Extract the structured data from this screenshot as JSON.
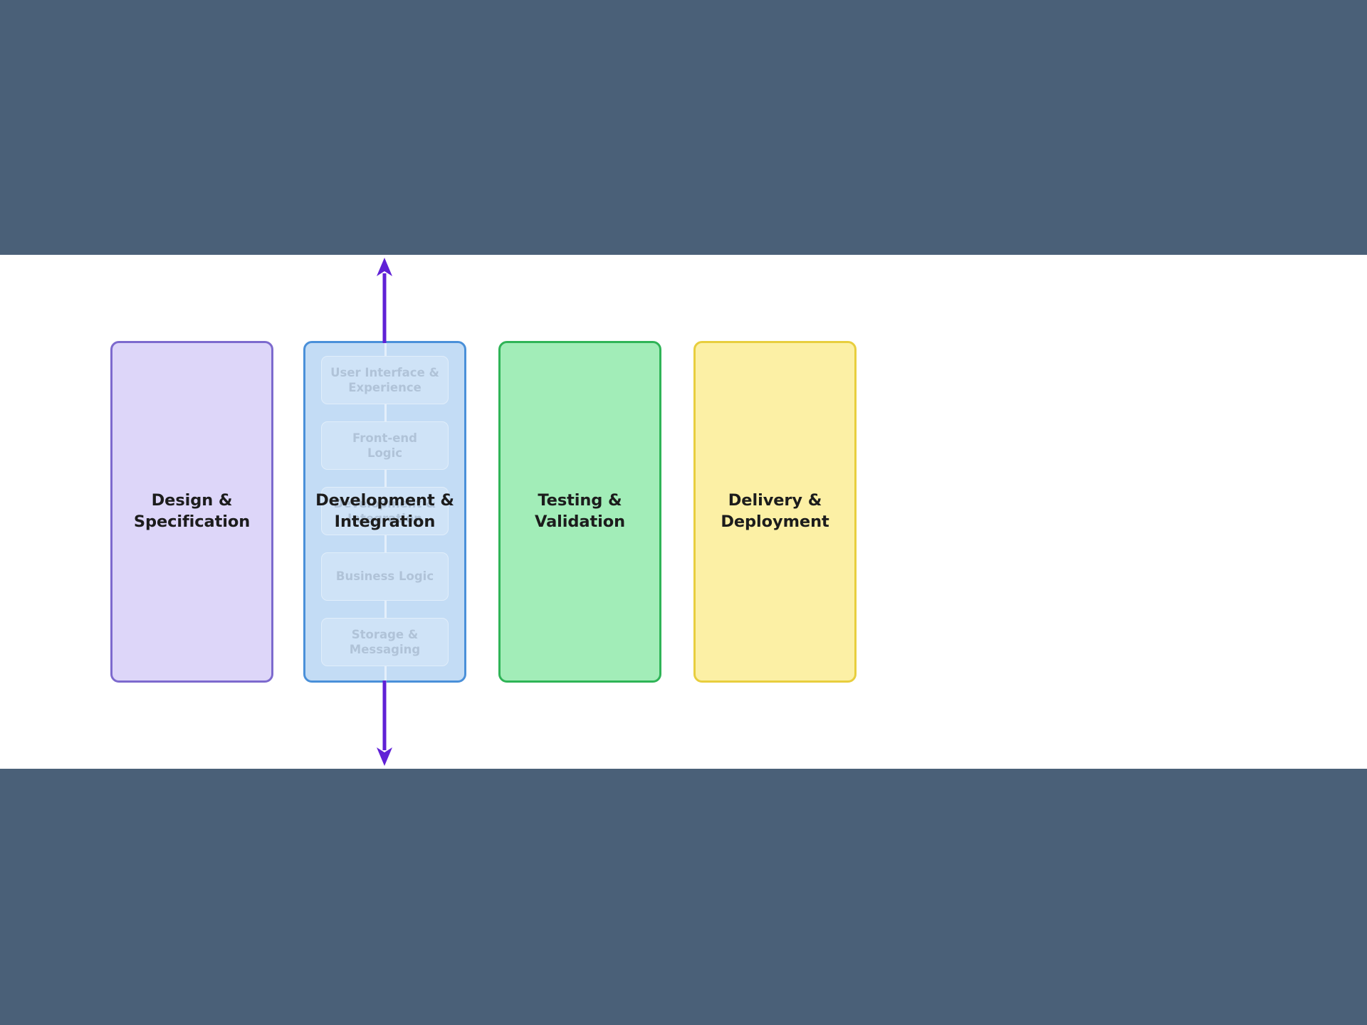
{
  "theme": {
    "page_band_color": "#4a6078",
    "canvas_color": "#ffffff",
    "arrow_color": "#6021d6",
    "label_text_color": "#1c1c1c"
  },
  "diagram": {
    "type": "process-flow",
    "orientation": "horizontal",
    "phases": [
      {
        "id": "design",
        "label": "Design &\nSpecification",
        "fill": "#ddd6f9",
        "border": "#7d6ace"
      },
      {
        "id": "development",
        "label": "Development &\nIntegration",
        "fill": "#c3dcf5",
        "border": "#4a90d9",
        "layers": [
          {
            "id": "ui-experience",
            "label": "User Interface &\nExperience"
          },
          {
            "id": "frontend-logic",
            "label": "Front-end\nLogic"
          },
          {
            "id": "dev-integration",
            "label": "Development &\nIntegration"
          },
          {
            "id": "business-logic",
            "label": "Business Logic"
          },
          {
            "id": "storage-messaging",
            "label": "Storage &\nMessaging"
          }
        ]
      },
      {
        "id": "testing",
        "label": "Testing &\nValidation",
        "fill": "#a2edb8",
        "border": "#2fb457"
      },
      {
        "id": "delivery",
        "label": "Delivery &\nDeployment",
        "fill": "#fcf0a5",
        "border": "#e8ce3e"
      }
    ],
    "arrows": [
      {
        "id": "flow-up",
        "direction": "up",
        "color": "#6021d6"
      },
      {
        "id": "flow-down",
        "direction": "down",
        "color": "#6021d6"
      }
    ]
  }
}
